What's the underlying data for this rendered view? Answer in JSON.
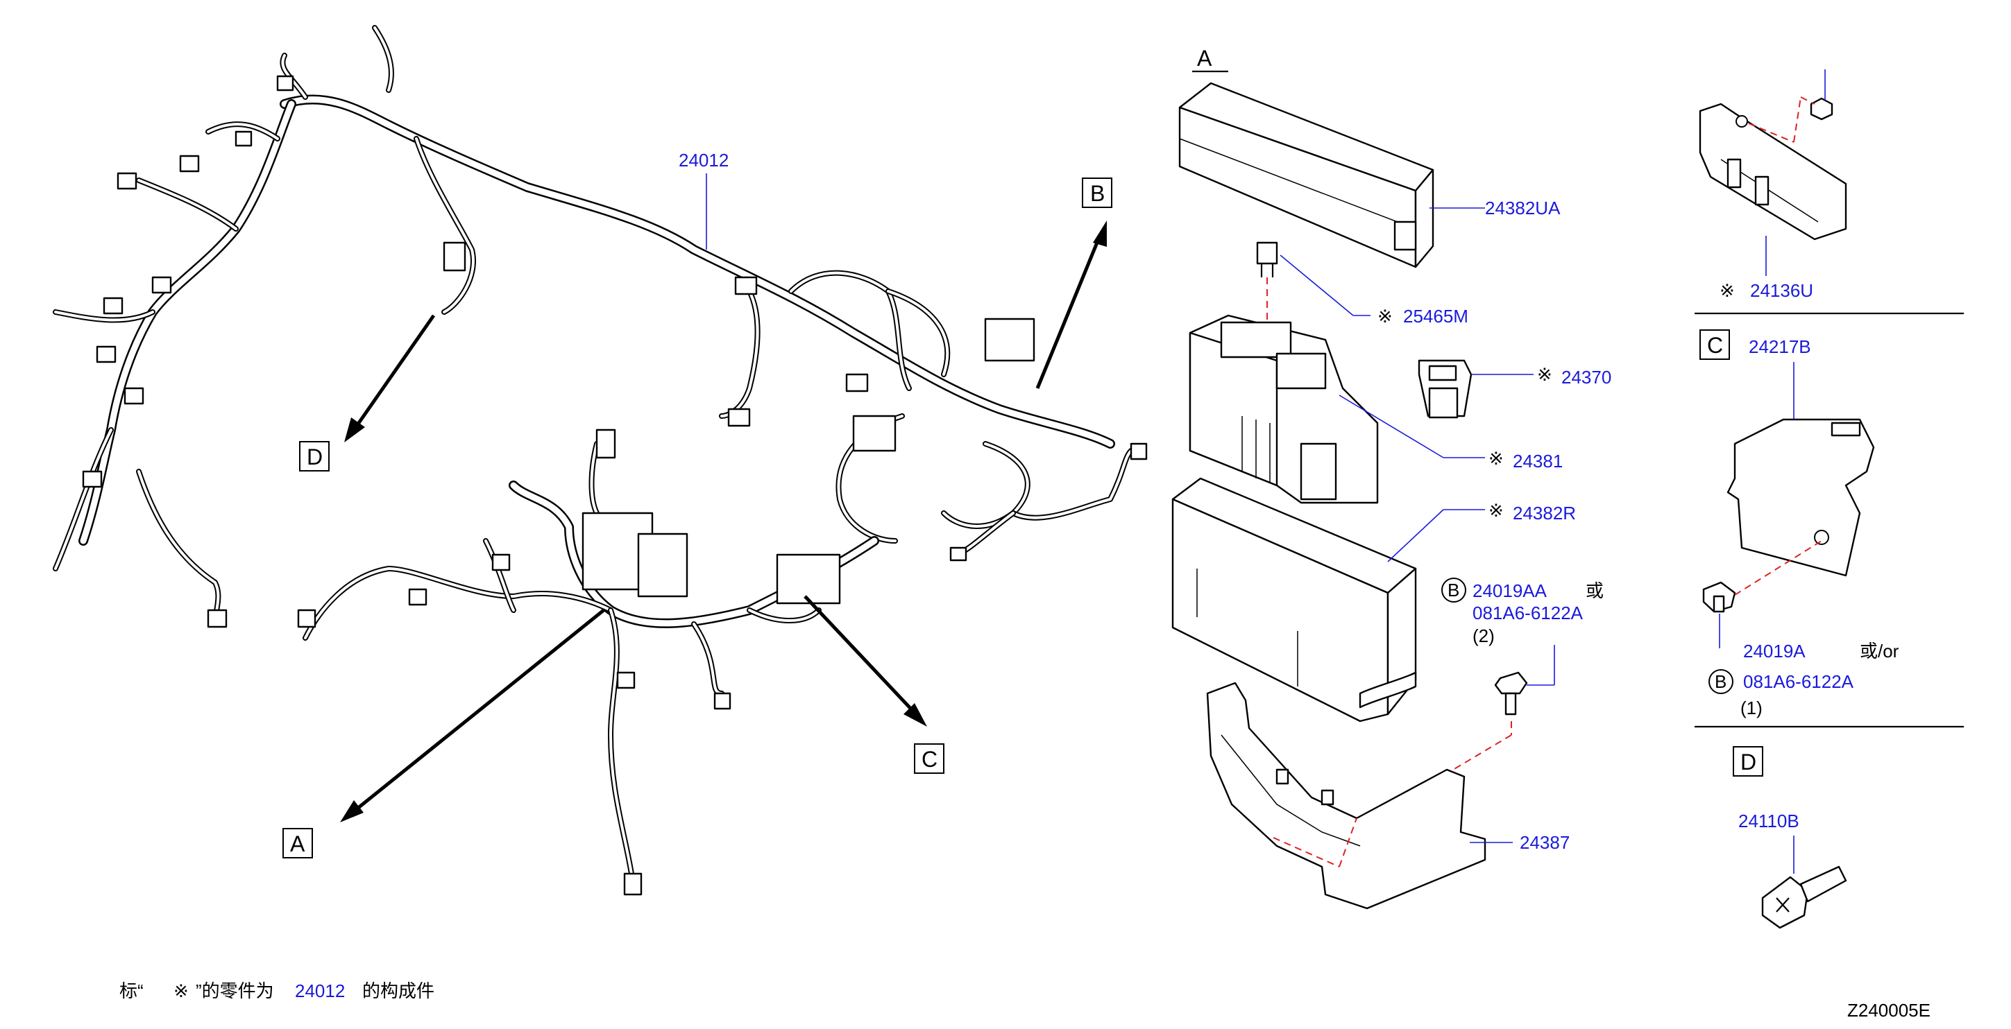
{
  "callouts": {
    "harness": "24012",
    "cover_upper": "24382UA",
    "fuse": "25465M",
    "fusible_link": "24370",
    "fuse_block": "24381",
    "cover_lower": "24382R",
    "bolt_main": "24019AA",
    "or_main": "或",
    "bolt_alt_main": "081A6-6122A",
    "qty_main": "(2)",
    "bracket": "24387",
    "bracket_a": "24136U",
    "bracket_c": "24217B",
    "bolt_c": "24019A",
    "or_c": "或/or",
    "bolt_alt_c": "081A6-6122A",
    "qty_c": "(1)",
    "bolt_d": "24110B"
  },
  "marks": {
    "ref": "※",
    "b_circle": "B"
  },
  "views": {
    "a": "A",
    "b": "B",
    "c": "C",
    "d": "D"
  },
  "footer": {
    "note_prefix": "标“",
    "note_mark": "※",
    "note_mid": "”的零件为",
    "note_part": "24012",
    "note_suffix": "的构成件",
    "diagram_id": "Z240005E"
  },
  "colors": {
    "part_number": "#1a1adb",
    "guide_dash": "#dd2222",
    "line": "#000000"
  }
}
